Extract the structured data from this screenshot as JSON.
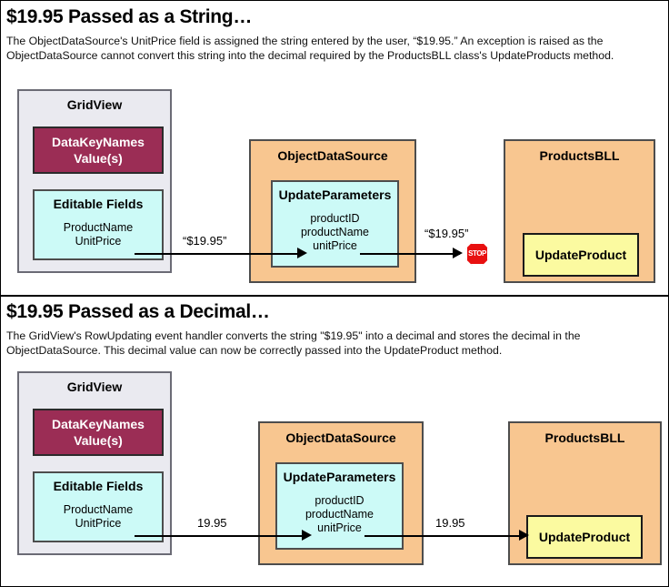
{
  "sections": [
    {
      "heading": "$19.95 Passed as a String…",
      "description": "The ObjectDataSource's UnitPrice field is assigned the string entered by the user, “$19.95.” An exception is raised as the ObjectDataSource cannot convert this string into the decimal required by the ProductsBLL class's UpdateProducts method.",
      "gridview": {
        "title": "GridView",
        "datakey_line1": "DataKeyNames",
        "datakey_line2": "Value(s)",
        "editable_title": "Editable Fields",
        "editable_fields": "ProductName\nUnitPrice"
      },
      "objectdatasource": {
        "title": "ObjectDataSource",
        "params_title": "UpdateParameters",
        "params": "productID\nproductName\nunitPrice"
      },
      "productsbll": {
        "title": "ProductsBLL",
        "method": "UpdateProduct"
      },
      "edge_label_1": "“$19.95”",
      "edge_label_2": "“$19.95”",
      "stop_label": "STOP",
      "has_stop": true
    },
    {
      "heading": "$19.95 Passed as a Decimal…",
      "description": "The GridView's RowUpdating event handler converts the string \"$19.95\" into a decimal and stores the decimal in the ObjectDataSource. This decimal value can now be correctly passed into the UpdateProduct method.",
      "gridview": {
        "title": "GridView",
        "datakey_line1": "DataKeyNames",
        "datakey_line2": "Value(s)",
        "editable_title": "Editable Fields",
        "editable_fields": "ProductName\nUnitPrice"
      },
      "objectdatasource": {
        "title": "ObjectDataSource",
        "params_title": "UpdateParameters",
        "params": "productID\nproductName\nunitPrice"
      },
      "productsbll": {
        "title": "ProductsBLL",
        "method": "UpdateProduct"
      },
      "edge_label_1": "19.95",
      "edge_label_2": "19.95",
      "has_stop": false
    }
  ],
  "colors": {
    "gridview_bg": "#eaeaf0",
    "datakey_bg": "#9b2d55",
    "cyan_bg": "#ccfaf7",
    "orange_bg": "#f8c690",
    "yellow_bg": "#fbfaa0",
    "stop_red": "#e81010"
  }
}
